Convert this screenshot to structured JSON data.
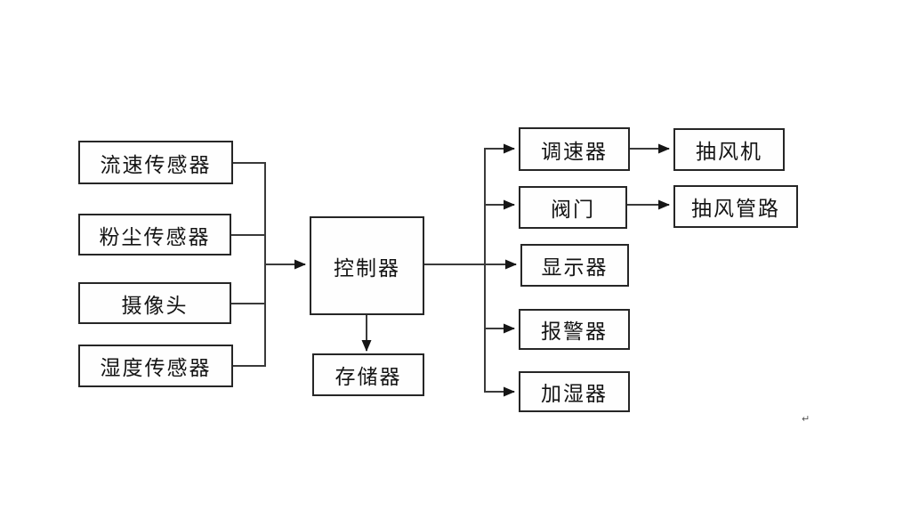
{
  "diagram": {
    "title": "dust-removal control system block diagram",
    "nodes": {
      "flow_sensor": {
        "label": "流速传感器"
      },
      "dust_sensor": {
        "label": "粉尘传感器"
      },
      "camera": {
        "label": "摄像头"
      },
      "humidity_sensor": {
        "label": "湿度传感器"
      },
      "controller": {
        "label": "控制器"
      },
      "storage": {
        "label": "存储器"
      },
      "speed_regulator": {
        "label": "调速器"
      },
      "valve": {
        "label": "阀门"
      },
      "display": {
        "label": "显示器"
      },
      "alarm": {
        "label": "报警器"
      },
      "humidifier": {
        "label": "加湿器"
      },
      "exhaust_fan": {
        "label": "抽风机"
      },
      "exhaust_duct": {
        "label": "抽风管路"
      }
    },
    "artifact_mark": "↵",
    "colors": {
      "background": "#ffffff",
      "box_border": "#262626",
      "line": "#3a3a3a",
      "text": "#141414"
    }
  }
}
